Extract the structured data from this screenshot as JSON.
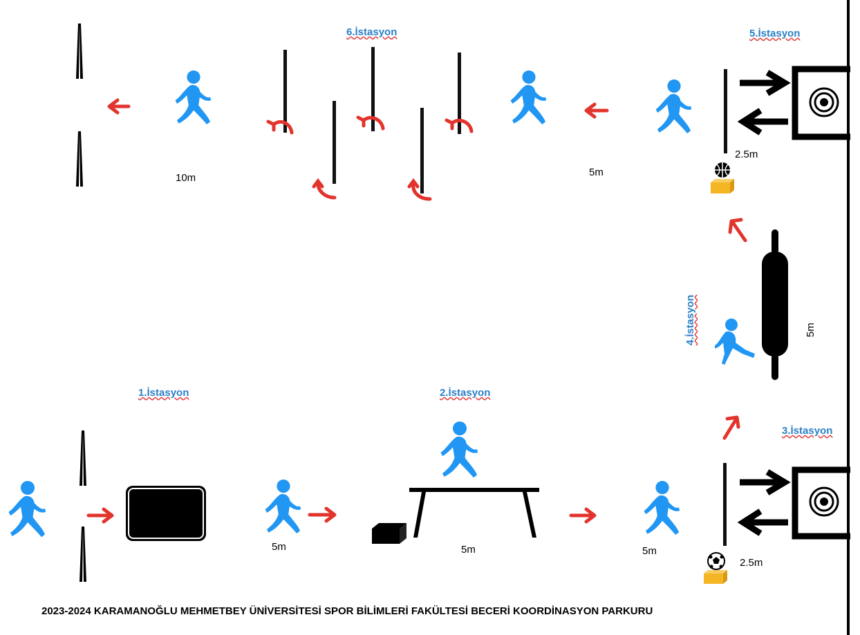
{
  "stations": {
    "s1": "1.İstasyon",
    "s2": "2.İstasyon",
    "s3": "3.İstasyon",
    "s4": "4.İstasyon",
    "s5": "5.İstasyon",
    "s6": "6.İstasyon"
  },
  "distances": {
    "top_left": "10m",
    "top_mid": "5m",
    "top_right_wall": "2.5m",
    "right_vertical": "5m",
    "bottom_1": "5m",
    "bottom_2": "5m",
    "bottom_3": "5m",
    "bottom_right_wall": "2.5m"
  },
  "footer": "2023-2024 KARAMANOĞLU MEHMETBEY ÜNİVERSİTESİ SPOR BİLİMLERİ FAKÜLTESİ BECERİ KOORDİNASYON PARKURU",
  "colors": {
    "runner": "#2196f3",
    "arrow": "#e2342c",
    "station_text": "#2a7fc8",
    "box": "#f5b625",
    "ink": "#000000"
  },
  "icons": [
    "runner-icon",
    "cone-pair-icon",
    "mat-icon",
    "balance-bench-icon",
    "step-box-icon",
    "target-icon",
    "soccer-ball-icon",
    "basketball-icon",
    "rolling-pin-obstacle-icon",
    "slalom-pole-icon",
    "turn-arrow-icon",
    "direction-arrow-icon"
  ]
}
